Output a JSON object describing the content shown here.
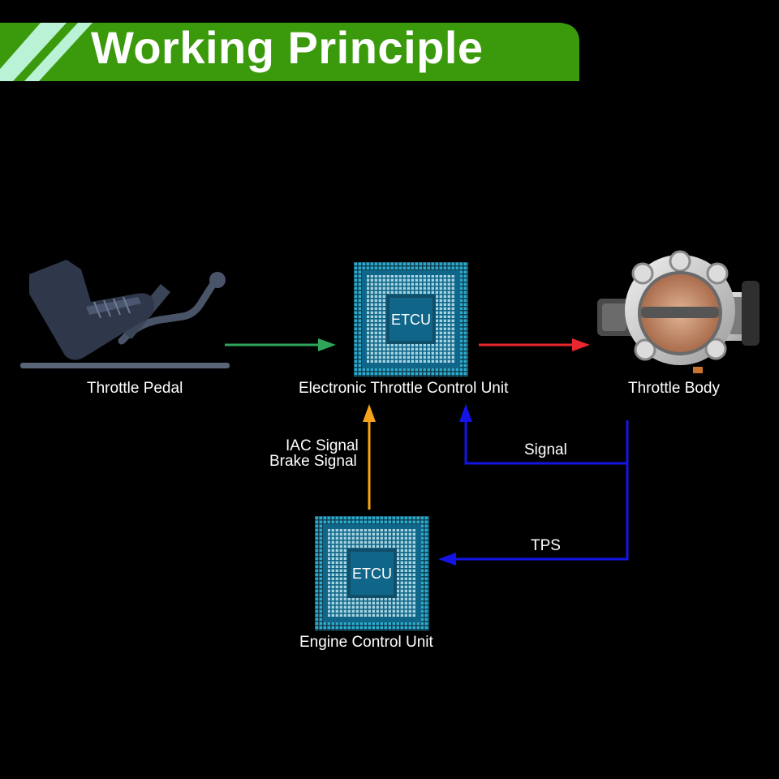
{
  "header": {
    "title": "Working Principle"
  },
  "nodes": {
    "pedal": {
      "label": "Throttle Pedal"
    },
    "etcu": {
      "label": "Electronic Throttle Control Unit",
      "chip_text": "ETCU"
    },
    "throttle_body": {
      "label": "Throttle Body"
    },
    "ecu": {
      "label": "Engine Control Unit",
      "chip_text": "ETCU"
    }
  },
  "edges": {
    "pedal_to_etcu": {
      "color": "#2ea55a"
    },
    "etcu_to_body": {
      "color": "#e8282e"
    },
    "ecu_to_etcu": {
      "label_line1": "IAC Signal",
      "label_line2": "Brake Signal",
      "color": "#f5a31a"
    },
    "body_to_etcu": {
      "label": "Signal",
      "color": "#1414e6"
    },
    "body_to_ecu": {
      "label": "TPS",
      "color": "#1414e6"
    }
  },
  "colors": {
    "banner_green": "#3b9a0c",
    "banner_stripe": "#b9f2d4",
    "chip_blue": "#1a6f8f",
    "chip_core": "#0f6688"
  }
}
